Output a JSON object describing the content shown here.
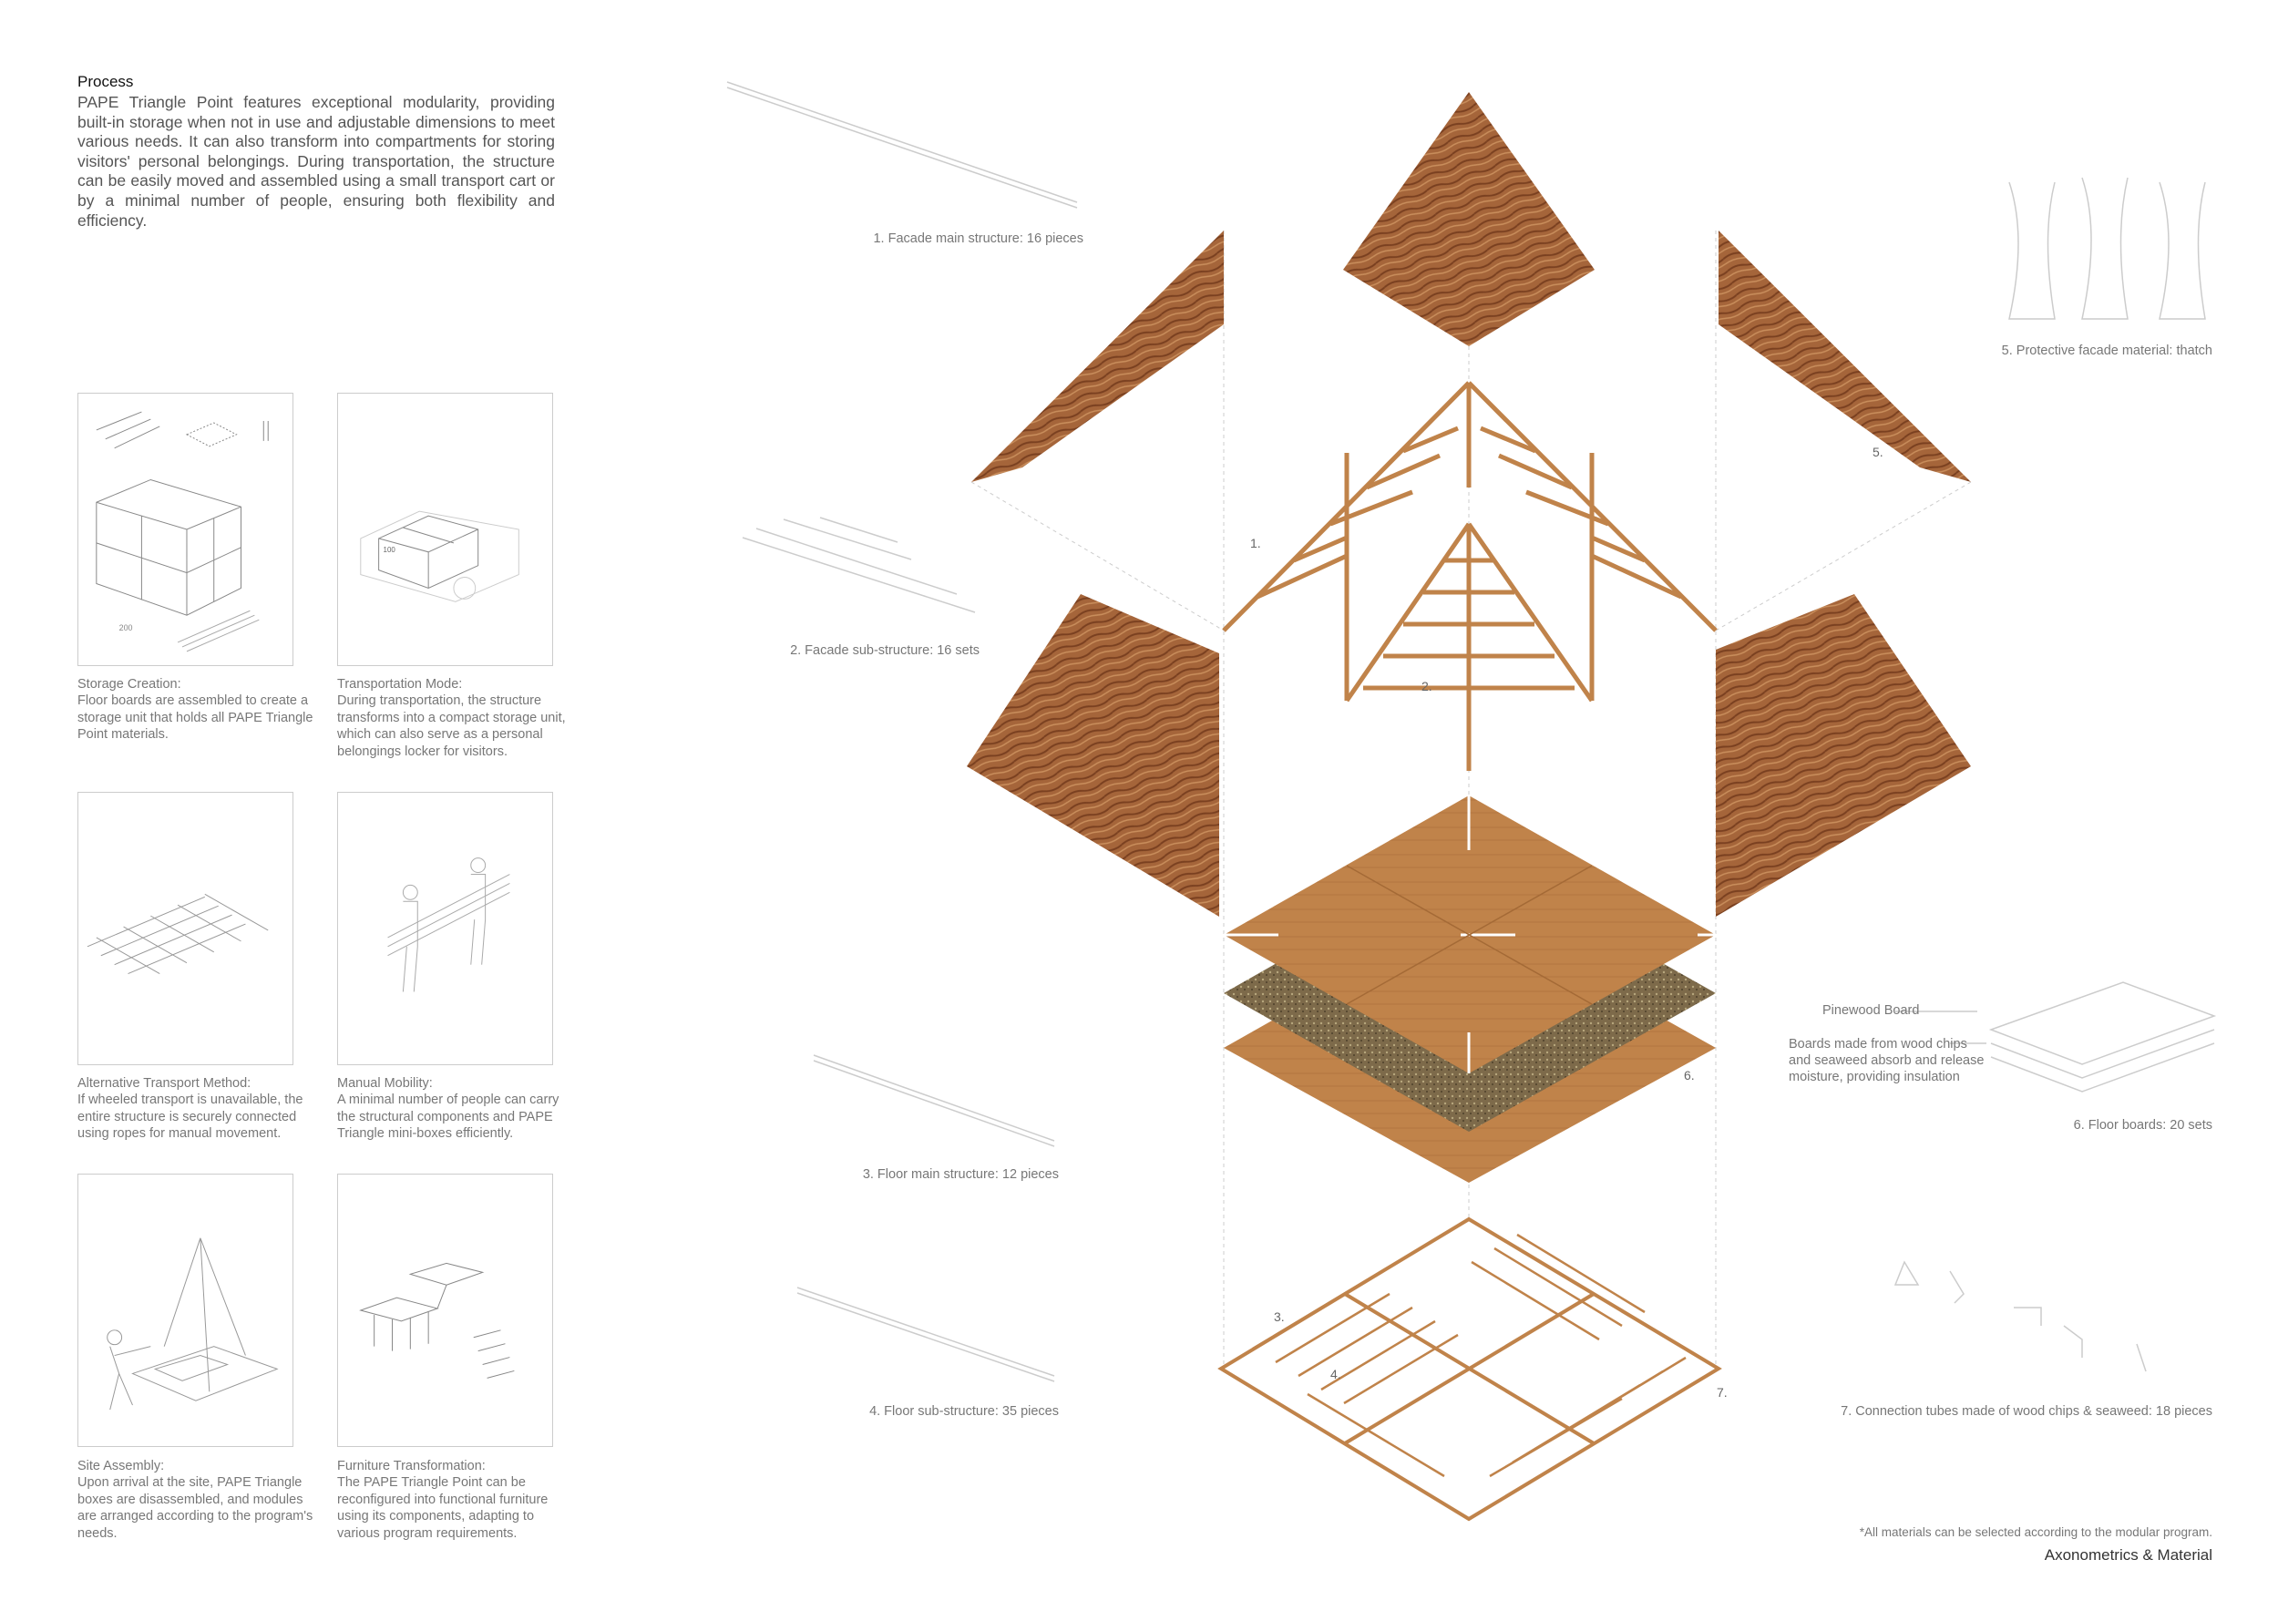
{
  "process": {
    "title": "Process",
    "body": "PAPE Triangle Point features exceptional modularity, providing built-in storage when not in use and adjustable dimensions to meet various needs. It can also transform into compartments for storing visitors' personal belongings. During transportation, the structure can be easily moved and assembled using a small transport cart or by a minimal number of people, ensuring both flexibility and efficiency."
  },
  "panels": [
    {
      "title": "Storage Creation:",
      "text": "Floor boards are assembled to create a storage unit that holds all PAPE Triangle Point materials."
    },
    {
      "title": "Transportation Mode:",
      "text": "During transportation, the structure transforms into a compact storage unit, which can also serve as a personal belongings locker for visitors."
    },
    {
      "title": "Alternative Transport Method:",
      "text": "If wheeled transport is unavailable, the entire structure is securely connected using ropes for manual movement."
    },
    {
      "title": "Manual Mobility:",
      "text": "A minimal number of people can carry the structural components and PAPE Triangle mini-boxes efficiently."
    },
    {
      "title": "Site Assembly:",
      "text": "Upon arrival at the site, PAPE Triangle boxes are disassembled, and modules are arranged according to the program's needs."
    },
    {
      "title": "Furniture Transformation:",
      "text": "The PAPE Triangle Point can be reconfigured into functional furniture using its components, adapting to various program requirements."
    }
  ],
  "panel_dims": {
    "a": "200",
    "b": "100"
  },
  "components": {
    "c1": "1. Facade main structure: 16 pieces",
    "c2": "2. Facade sub-structure: 16 sets",
    "c3": "3. Floor main structure: 12 pieces",
    "c4": "4. Floor sub-structure: 35 pieces",
    "c5": "5. Protective facade material: thatch",
    "c6": "6. Floor boards: 20 sets",
    "c7": "7. Connection tubes made of wood chips & seaweed: 18 pieces"
  },
  "markers": {
    "m1": "1.",
    "m2": "2.",
    "m3": "3.",
    "m4": "4.",
    "m5": "5.",
    "m6": "6.",
    "m7": "7."
  },
  "board_detail": {
    "top_label": "Pinewood Board",
    "core_label": "Boards made from wood chips and seaweed absorb and release moisture, providing insulation"
  },
  "footer": {
    "note": "*All materials can be selected according to the modular program.",
    "sheet_title": "Axonometrics & Material"
  },
  "colors": {
    "wood": "#c0834a",
    "thatch": "#9c5a2e",
    "seaweed": "#7d6a4a",
    "line": "#cccccc"
  }
}
